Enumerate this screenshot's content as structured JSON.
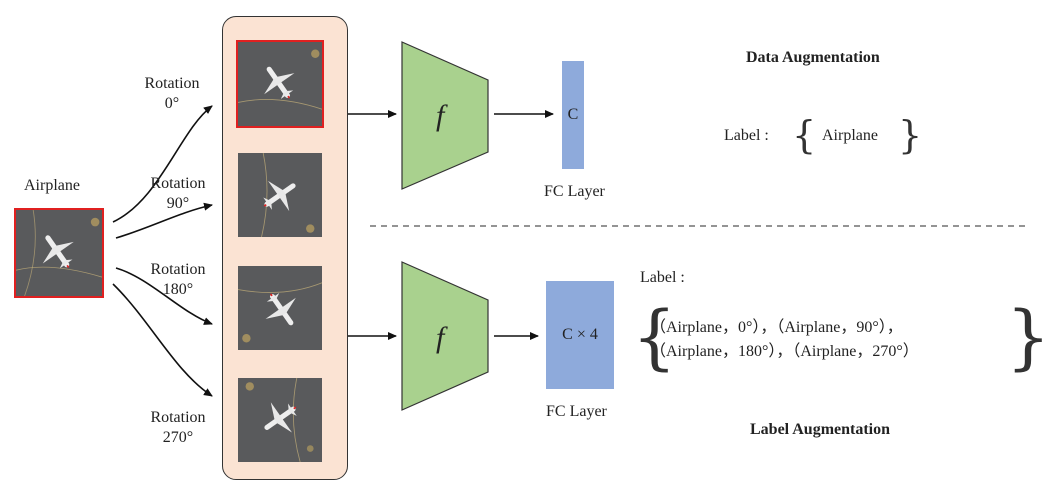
{
  "input": {
    "label": "Airplane"
  },
  "rotations": [
    {
      "label_line1": "Rotation",
      "label_line2": "0°"
    },
    {
      "label_line1": "Rotation",
      "label_line2": "90°"
    },
    {
      "label_line1": "Rotation",
      "label_line2": "180°"
    },
    {
      "label_line1": "Rotation",
      "label_line2": "270°"
    }
  ],
  "network_symbol": "f",
  "data_augmentation": {
    "title": "Data Augmentation",
    "fc_text": "C",
    "fc_caption": "FC Layer",
    "label_prefix": "Label :",
    "label_open": "{",
    "label_value": "Airplane",
    "label_close": "}"
  },
  "label_augmentation": {
    "title": "Label Augmentation",
    "fc_text": "C × 4",
    "fc_caption": "FC Layer",
    "label_prefix": "Label :",
    "label_open": "{",
    "label_line1": "（Airplane，0°），（Airplane，90°），",
    "label_line2": "（Airplane，180°），（Airplane，270°）",
    "label_close": "}"
  },
  "colors": {
    "panel_fill": "#fbe3d3",
    "network_fill": "#a9d18e",
    "fc_fill": "#8eaadb",
    "highlight_border": "#e02020",
    "tarmac": "#595a5c"
  }
}
